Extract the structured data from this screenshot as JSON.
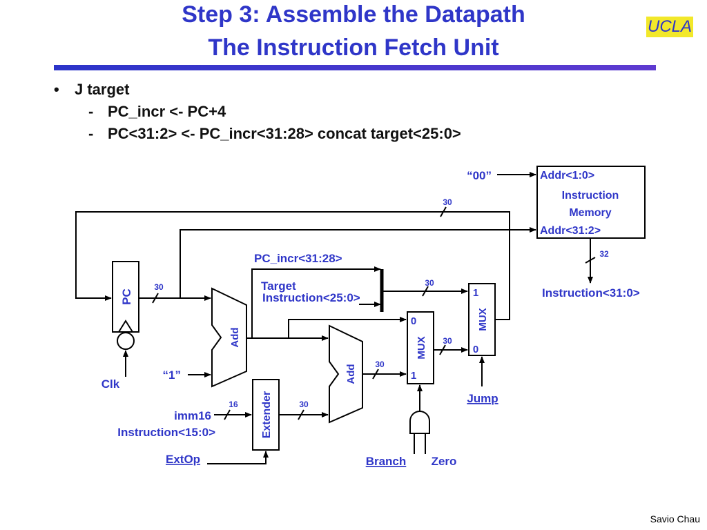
{
  "slide": {
    "title_line1": "Step 3: Assemble the Datapath",
    "title_line2": "The Instruction Fetch Unit",
    "logo": "UCLA",
    "author": "Savio Chau"
  },
  "bullets": {
    "main": "J target",
    "sub1": "PC_incr <- PC+4",
    "sub2": "PC<31:2> <- PC_incr<31:28> concat target<25:0>"
  },
  "diagram": {
    "pc_label": "PC",
    "add1_label": "Add",
    "add2_label": "Add",
    "mux1_label": "MUX",
    "mux2_label": "MUX",
    "extender_label": "Extender",
    "imem_line1": "Instruction",
    "imem_line2": "Memory",
    "addr_low": "Addr<1:0>",
    "addr_high": "Addr<31:2>",
    "const_00": "“00”",
    "const_1": "“1”",
    "clk": "Clk",
    "pc_incr_hi": "PC_incr<31:28>",
    "target": "Target",
    "instr_25_0": "Instruction<25:0>",
    "instr_31_0": "Instruction<31:0>",
    "imm16": "imm16",
    "instr_15_0": "Instruction<15:0>",
    "extop": "ExtOp",
    "jump": "Jump",
    "branch": "Branch",
    "zero": "Zero",
    "mux1_in0": "0",
    "mux1_in1": "1",
    "mux2_in1": "1",
    "mux2_in0": "0",
    "w30": "30",
    "w32": "32",
    "w16": "16"
  }
}
